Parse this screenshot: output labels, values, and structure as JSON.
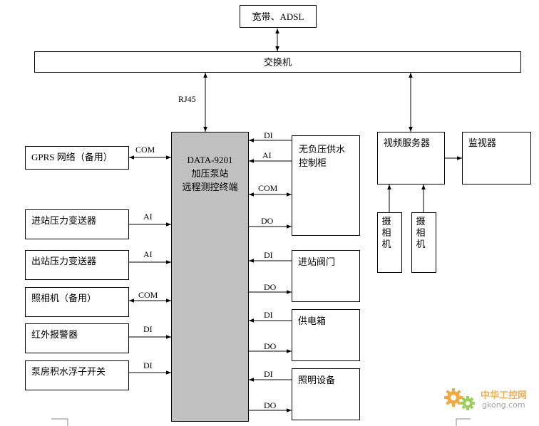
{
  "top": {
    "broadband": "宽带、ADSL",
    "switch": "交换机",
    "rj45": "RJ45"
  },
  "rtu": {
    "line1": "DATA-9201",
    "line2": "加压泵站",
    "line3": "远程测控终端"
  },
  "left": {
    "gprs": "GPRS 网络（备用）",
    "inlet_pressure": "进站压力变送器",
    "outlet_pressure": "出站压力变送器",
    "camera_backup": "照相机（备用）",
    "infrared_alarm": "红外报警器",
    "float_switch": "泵房积水浮子开关"
  },
  "left_signals": {
    "gprs": "COM",
    "inlet_pressure": "AI",
    "outlet_pressure": "AI",
    "camera_backup": "COM",
    "infrared_alarm": "DI",
    "float_switch": "DI"
  },
  "right": {
    "cabinet_line1": "无负压供水",
    "cabinet_line2": "控制柜",
    "inlet_valve": "进站阀门",
    "power_box": "供电箱",
    "lighting": "照明设备"
  },
  "right_signals": {
    "cabinet_di": "DI",
    "cabinet_ai": "AI",
    "cabinet_com": "COM",
    "cabinet_do": "DO",
    "valve_di": "DI",
    "valve_do": "DO",
    "power_di": "DI",
    "power_do": "DO",
    "lighting_di": "DI",
    "lighting_do": "DO"
  },
  "video": {
    "server": "视频服务器",
    "monitor": "监视器",
    "camera1": "摄相机",
    "camera2": "摄相机"
  },
  "watermark": {
    "text": "中华工控网",
    "url": "gkong.com"
  },
  "colors": {
    "line": "#000000",
    "rtu_fill": "#c0c0c0",
    "watermark_orange": "#f39a1e",
    "watermark_green": "#8cc63f"
  }
}
